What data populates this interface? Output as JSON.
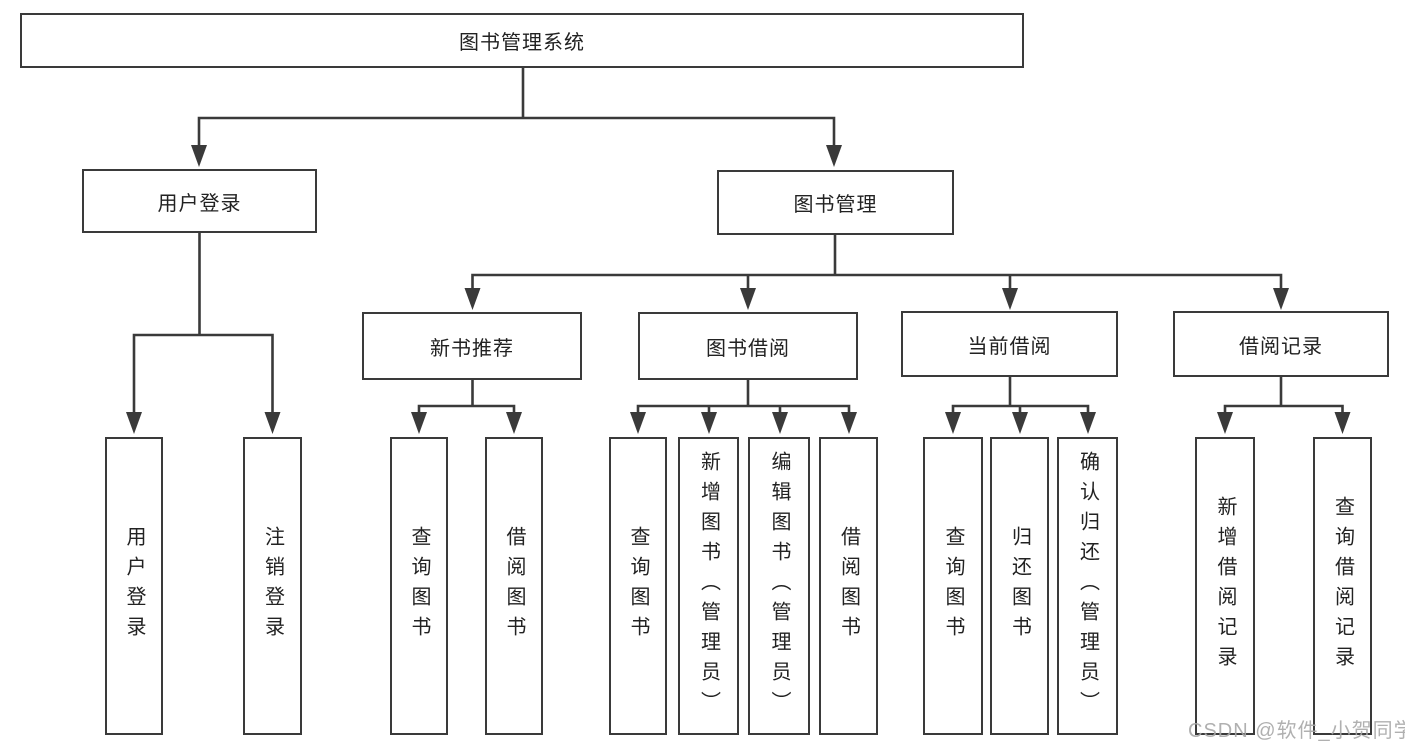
{
  "nodes": {
    "root": {
      "label": "图书管理系统"
    },
    "level2": [
      {
        "id": "user-login",
        "label": "用户登录"
      },
      {
        "id": "book-management",
        "label": "图书管理"
      }
    ],
    "level3": [
      {
        "id": "new-book-recommend",
        "parent": "图书管理",
        "label": "新书推荐"
      },
      {
        "id": "book-borrow",
        "parent": "图书管理",
        "label": "图书借阅"
      },
      {
        "id": "current-borrow",
        "parent": "图书管理",
        "label": "当前借阅"
      },
      {
        "id": "borrow-records",
        "parent": "图书管理",
        "label": "借阅记录"
      }
    ],
    "leaves": [
      {
        "parent": "用户登录",
        "label": "用户登录"
      },
      {
        "parent": "用户登录",
        "label": "注销登录"
      },
      {
        "parent": "新书推荐",
        "label": "查询图书"
      },
      {
        "parent": "新书推荐",
        "label": "借阅图书"
      },
      {
        "parent": "图书借阅",
        "label": "查询图书"
      },
      {
        "parent": "图书借阅",
        "label": "新增图书（管理员）"
      },
      {
        "parent": "图书借阅",
        "label": "编辑图书（管理员）"
      },
      {
        "parent": "图书借阅",
        "label": "借阅图书"
      },
      {
        "parent": "当前借阅",
        "label": "查询图书"
      },
      {
        "parent": "当前借阅",
        "label": "归还图书"
      },
      {
        "parent": "当前借阅",
        "label": "确认归还（管理员）"
      },
      {
        "parent": "借阅记录",
        "label": "新增借阅记录"
      },
      {
        "parent": "借阅记录",
        "label": "查询借阅记录"
      }
    ]
  },
  "watermark": "CSDN @软件_小贺同学",
  "colors": {
    "line": "#3a3a3a",
    "text": "#222222",
    "watermark": "#a8a8a8",
    "box_background": "#ffffff"
  }
}
